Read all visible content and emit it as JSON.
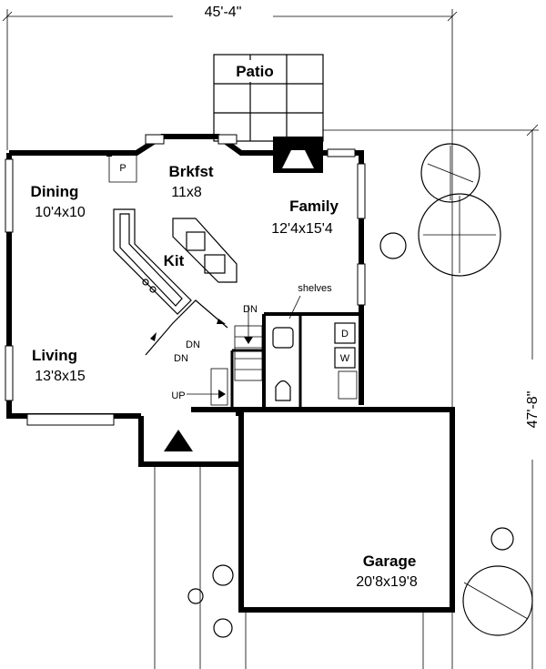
{
  "overall": {
    "width": "45'-4\"",
    "depth": "47'-8\""
  },
  "rooms": {
    "patio": {
      "name": "Patio"
    },
    "brkfst": {
      "name": "Brkfst",
      "size": "11x8"
    },
    "dining": {
      "name": "Dining",
      "size": "10'4x10"
    },
    "family": {
      "name": "Family",
      "size": "12'4x15'4"
    },
    "kit": {
      "name": "Kit"
    },
    "living": {
      "name": "Living",
      "size": "13'8x15"
    },
    "garage": {
      "name": "Garage",
      "size": "20'8x19'8"
    }
  },
  "notes": {
    "pantry": "P",
    "shelves": "shelves",
    "dn1": "DN",
    "dn2": "DN",
    "dn3": "DN",
    "up": "UP",
    "dryer": "D",
    "washer": "W"
  }
}
